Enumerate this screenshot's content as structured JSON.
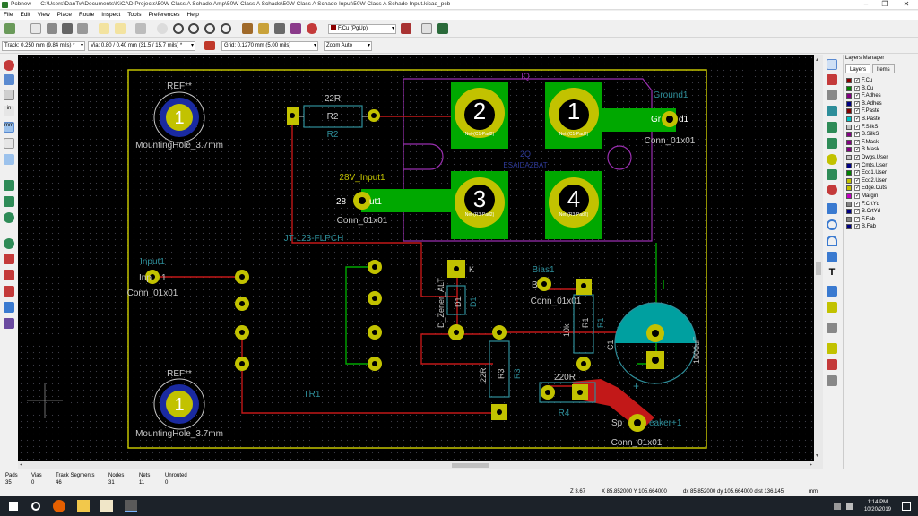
{
  "window": {
    "title": "Pcbnew — C:\\Users\\DanTw\\Documents\\KiCAD Projects\\50W Class A Schade Amp\\50W Class A Schade\\50W Class A Schade Input\\50W Class A Schade Input.kicad_pcb",
    "minimize": "–",
    "maximize": "❐",
    "close": "✕"
  },
  "menu": [
    "File",
    "Edit",
    "View",
    "Place",
    "Route",
    "Inspect",
    "Tools",
    "Preferences",
    "Help"
  ],
  "toolbar": {
    "layer_select": "F.Cu (PgUp)",
    "track": "Track: 0.250 mm (9.84 mils) *",
    "via": "Via: 0.80 / 0.40 mm (31.5 / 15.7 mils) *",
    "grid": "Grid: 0.1270 mm (5.00 mils)",
    "zoom": "Zoom Auto"
  },
  "layers_manager": {
    "title": "Layers Manager",
    "tabs": [
      "Layers",
      "Items"
    ],
    "layers": [
      {
        "name": "F.Cu",
        "color": "#8c0000"
      },
      {
        "name": "B.Cu",
        "color": "#008400"
      },
      {
        "name": "F.Adhes",
        "color": "#840084"
      },
      {
        "name": "B.Adhes",
        "color": "#000084"
      },
      {
        "name": "F.Paste",
        "color": "#840000"
      },
      {
        "name": "B.Paste",
        "color": "#00c2c2"
      },
      {
        "name": "F.SilkS",
        "color": "#c2c2c2"
      },
      {
        "name": "B.SilkS",
        "color": "#840084"
      },
      {
        "name": "F.Mask",
        "color": "#840084"
      },
      {
        "name": "B.Mask",
        "color": "#840084"
      },
      {
        "name": "Dwgs.User",
        "color": "#c2c2c2"
      },
      {
        "name": "Cmts.User",
        "color": "#000084"
      },
      {
        "name": "Eco1.User",
        "color": "#008400"
      },
      {
        "name": "Eco2.User",
        "color": "#c2c200"
      },
      {
        "name": "Edge.Cuts",
        "color": "#c2c200"
      },
      {
        "name": "Margin",
        "color": "#c200c2"
      },
      {
        "name": "F.CrtYd",
        "color": "#848484"
      },
      {
        "name": "B.CrtYd",
        "color": "#000084"
      },
      {
        "name": "F.Fab",
        "color": "#848484"
      },
      {
        "name": "B.Fab",
        "color": "#000084"
      }
    ]
  },
  "pcb": {
    "labels": {
      "ref_top": "REF**",
      "mh_top": "MountingHole_3.7mm",
      "ref_bot": "REF**",
      "mh_bot": "MountingHole_3.7mm",
      "r2_value": "22R",
      "r2_ref": "R2",
      "r2_ref2": "R2",
      "q_ref": "IQ",
      "q_value": "2Q",
      "q_sub": "ESAIDAZBAT",
      "ground_ref": "Ground1",
      "ground_pad": "Gr",
      "ground_pad2": "d1",
      "ground_val": "Conn_01x01",
      "v28_ref": "28V_Input1",
      "v28_pad": "28",
      "v28_pad2": "ut1",
      "v28_val": "Conn_01x01",
      "jt": "JT-123-FLPCH",
      "input_ref": "Input1",
      "input_pad": "Inp",
      "input_pad2": "1",
      "input_val": "Conn_01x01",
      "k": "K",
      "dz": "D_Zener_ALT",
      "d1a": "D1",
      "d1b": "D1",
      "bias_ref": "Bias1",
      "bias_pad": "B",
      "bias_val": "Conn_01x01",
      "r1_val": "10k",
      "r1a": "R1",
      "r1b": "R1",
      "c1": "C1",
      "c1_val": "1000uF",
      "c1_plus": "+",
      "r3_val": "22R",
      "r3a": "R3",
      "r3b": "R3",
      "tr1": "TR1",
      "r4_val": "220R",
      "r4": "R4",
      "spk_ref": "Sp",
      "spk_ref2": "eaker+1",
      "spk_val": "Conn_01x01",
      "pad_1a": "1",
      "pad_1b": "1",
      "pad_q1": "1",
      "pad_q2": "2",
      "pad_q3": "3",
      "pad_q4": "4",
      "net_q2": "Net-(C1-Pad2)",
      "net_q1": "Net-(C1-Pad2)",
      "net_q3": "Net-(R3-Pad2)",
      "net_q4": "Net-(R3-Pad2)"
    }
  },
  "status": {
    "pads_label": "Pads",
    "pads": "35",
    "vias_label": "Vias",
    "vias": "0",
    "tracks_label": "Track Segments",
    "tracks": "46",
    "nodes_label": "Nodes",
    "nodes": "31",
    "nets_label": "Nets",
    "nets": "11",
    "unrouted_label": "Unrouted",
    "unrouted": "0",
    "zoom": "Z 3.67",
    "xy": "X 85.852000  Y 105.664000",
    "dxy": "dx 85.852000  dy 105.664000  dist 136.145",
    "units": "mm"
  },
  "taskbar": {
    "time": "1:14 PM",
    "date": "10/20/2019"
  }
}
